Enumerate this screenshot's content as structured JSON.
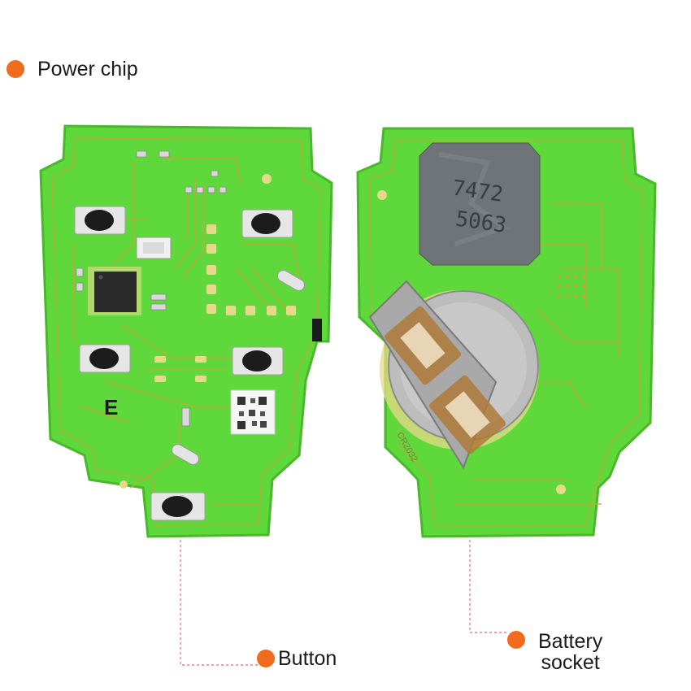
{
  "colors": {
    "background": "#ffffff",
    "pcb_green": "#5ed83a",
    "pcb_edge": "#4fc22b",
    "trace": "#c2a93a",
    "solder_pad": "#e8d98a",
    "dot_accent": "#f26a1b",
    "leader_line": "#e08a8a",
    "chip_dark": "#2b2b2b",
    "chip_grey": "#6f7478",
    "battery_metal": "#b8b8b8"
  },
  "callouts": {
    "power_chip": {
      "text": "Power chip"
    },
    "button": {
      "text": "Button"
    },
    "battery_socket": {
      "text": "Battery\nsocket"
    }
  },
  "board_markings": {
    "silkscreen_letter": "E",
    "chip_text_line1": "7472",
    "chip_text_line2": "5063",
    "battery_label": "CR2032"
  }
}
